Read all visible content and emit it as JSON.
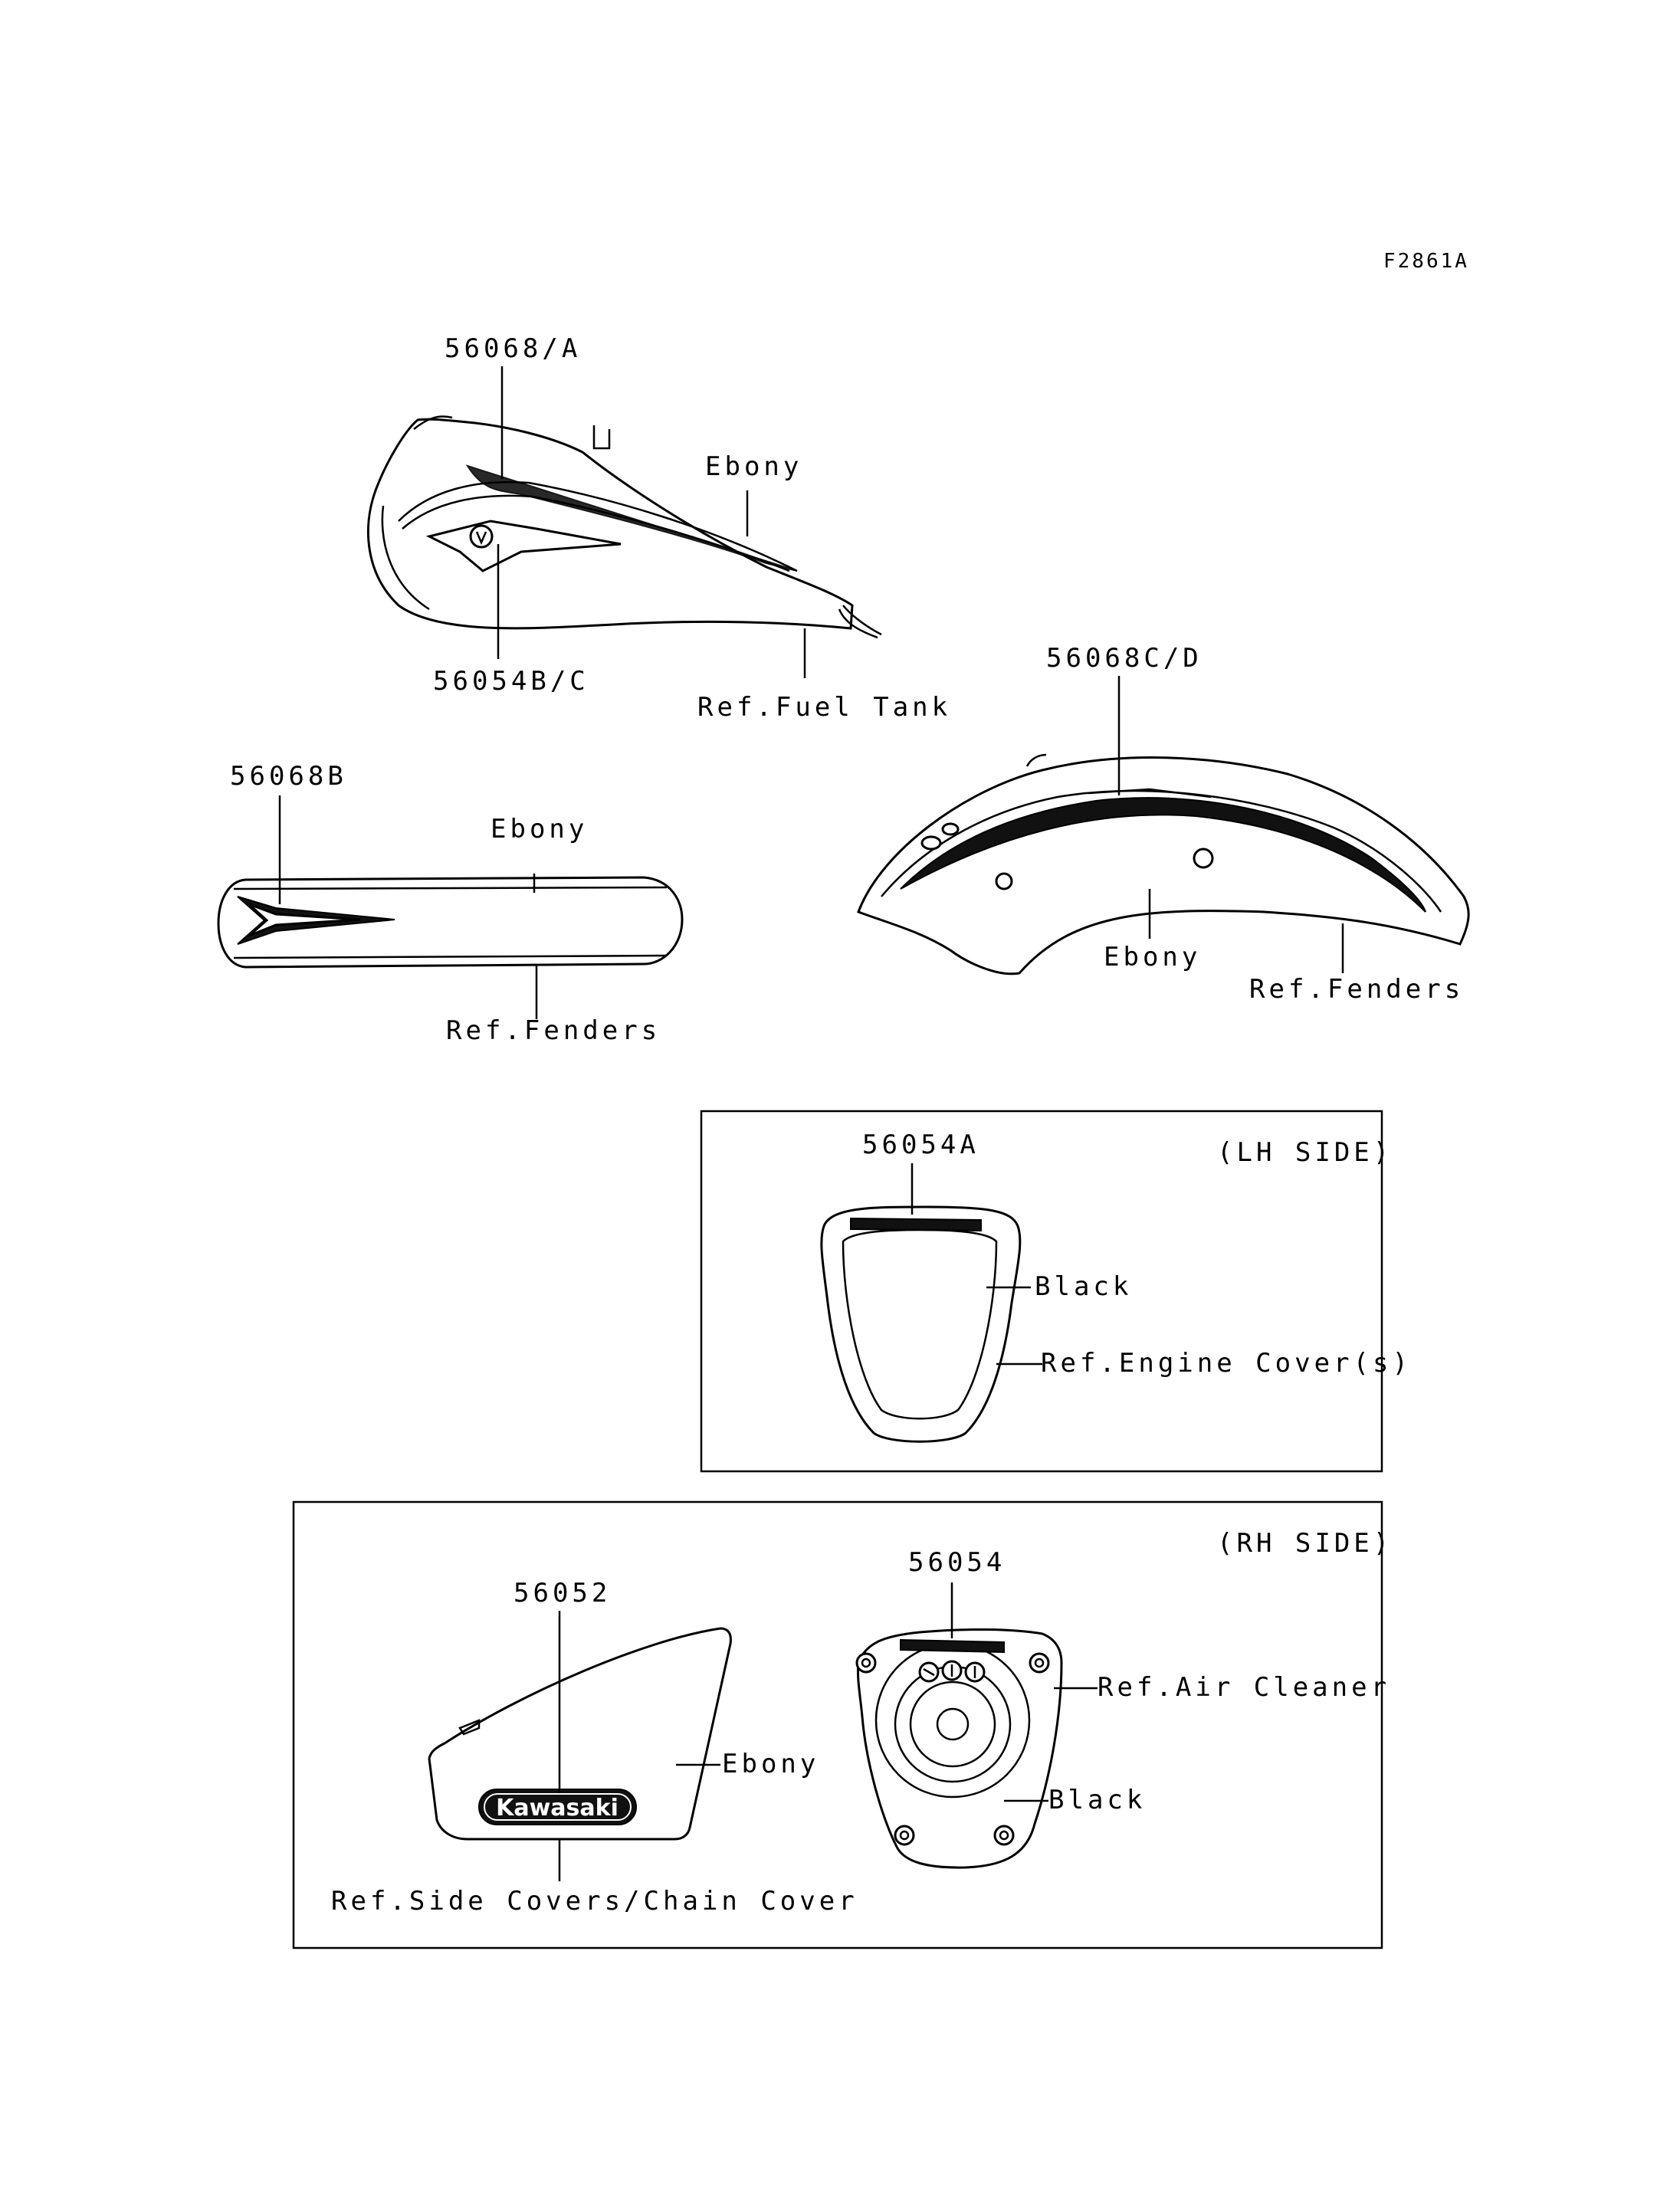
{
  "figure_code": "F2861A",
  "fuel_tank": {
    "upper_part": "56068/A",
    "lower_part": "56054B/C",
    "color_label": "Ebony",
    "ref_label": "Ref.Fuel Tank"
  },
  "front_fender": {
    "part": "56068B",
    "color_label": "Ebony",
    "ref_label": "Ref.Fenders"
  },
  "rear_fender": {
    "part": "56068C/D",
    "color_label": "Ebony",
    "ref_label": "Ref.Fenders"
  },
  "lh_side": {
    "title": "(LH SIDE)",
    "part": "56054A",
    "color_label": "Black",
    "ref_label": "Ref.Engine Cover(s)"
  },
  "rh_side": {
    "title": "(RH SIDE)",
    "side_cover_part": "56052",
    "side_cover_color": "Ebony",
    "side_cover_ref": "Ref.Side Covers/Chain Cover",
    "logo_text": "Kawasaki",
    "air_cleaner_part": "56054",
    "air_cleaner_ref": "Ref.Air Cleaner",
    "air_cleaner_color": "Black"
  }
}
